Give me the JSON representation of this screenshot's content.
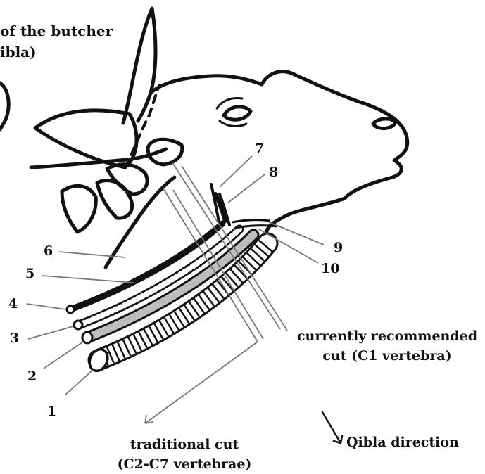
{
  "header_text": {
    "line1": "of the butcher",
    "line2": "ibla)"
  },
  "labels": {
    "n1": "1",
    "n2": "2",
    "n3": "3",
    "n4": "4",
    "n5": "5",
    "n6": "6",
    "n7": "7",
    "n8": "8",
    "n9": "9",
    "n10": "10"
  },
  "captions": {
    "current_line1": "currently recommended",
    "current_line2": "cut (C1 vertebra)",
    "traditional_line1": "traditional cut",
    "traditional_line2": "(C2-C7 vertebrae)",
    "qibla": "Qibla direction"
  },
  "colors": {
    "ink": "#111111",
    "leader": "#777777",
    "trachea_fill": "#bdbdbd",
    "paper": "#ffffff"
  }
}
